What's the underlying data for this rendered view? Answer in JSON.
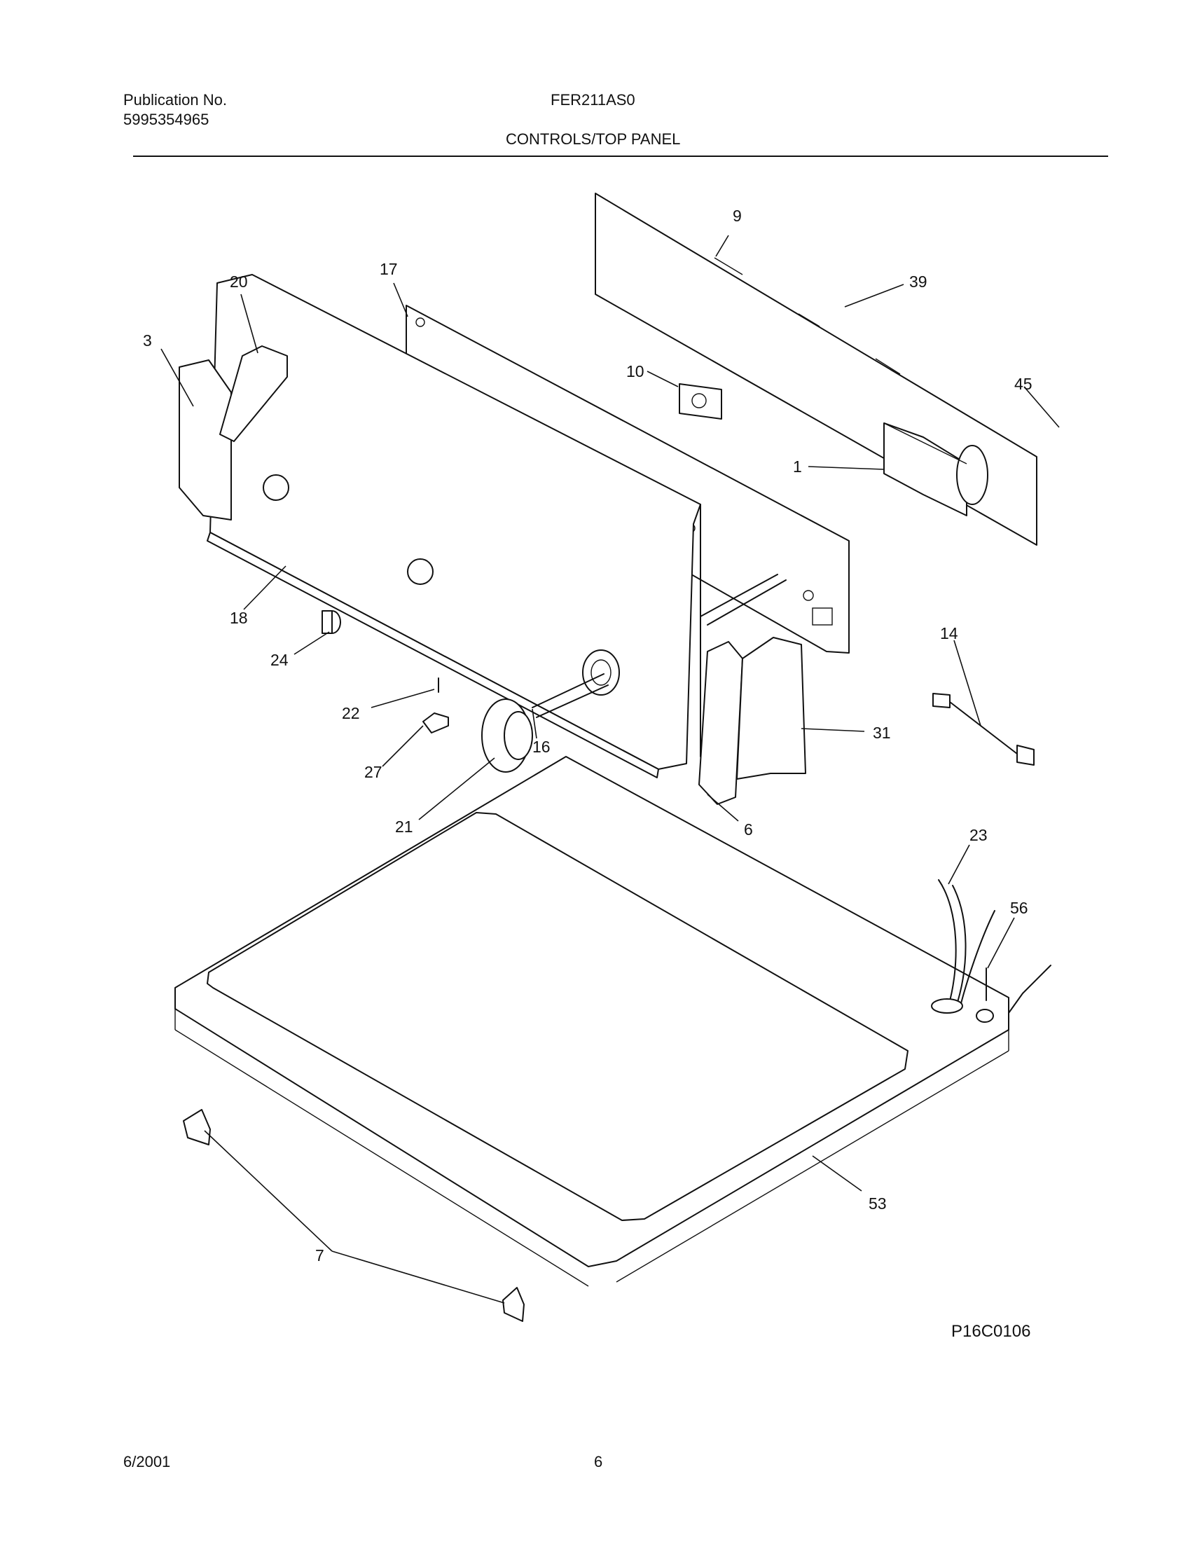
{
  "header": {
    "publication_label": "Publication No.",
    "publication_number": "5995354965",
    "model": "FER211AS0",
    "section_title": "CONTROLS/TOP PANEL"
  },
  "callouts": [
    "9",
    "39",
    "17",
    "20",
    "3",
    "10",
    "45",
    "1",
    "18",
    "14",
    "24",
    "22",
    "16",
    "31",
    "27",
    "21",
    "6",
    "23",
    "56",
    "53",
    "7"
  ],
  "figure_code": "P16C0106",
  "footer": {
    "date": "6/2001",
    "page": "6"
  }
}
